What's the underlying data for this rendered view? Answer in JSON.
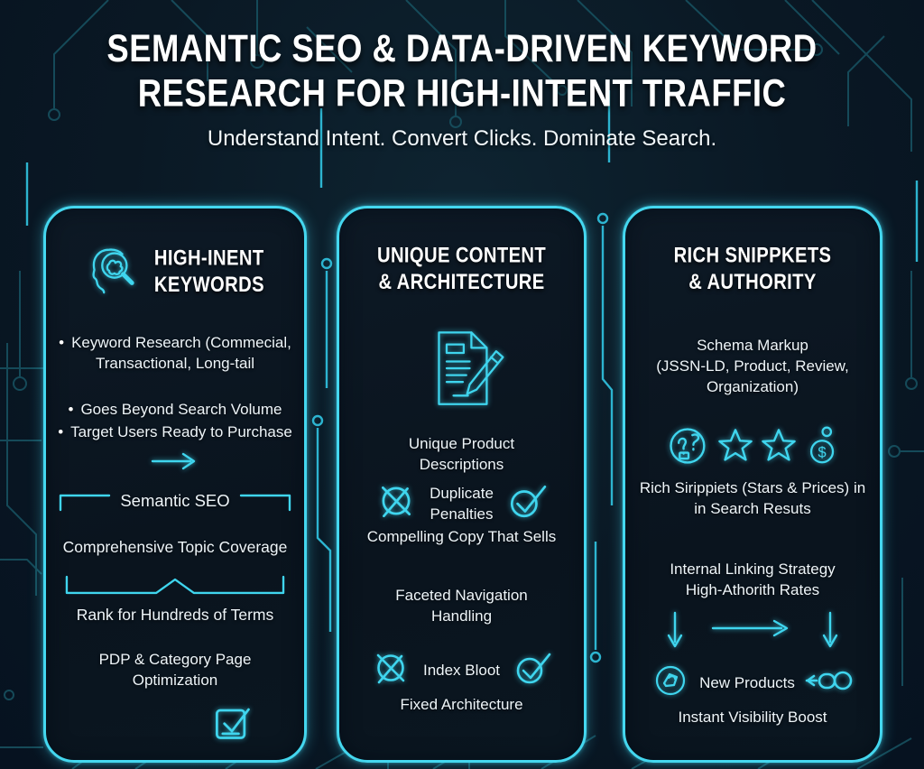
{
  "page": {
    "title_line1": "SEMANTIC SEO & DATA-DRIVEN KEYWORD",
    "title_line2": "RESEARCH FOR HIGH-INTENT TRAFFIC",
    "subtitle": "Understand Intent. Convert Clicks. Dominate Search."
  },
  "colors": {
    "background": "#081521",
    "card_background": "#0b141e",
    "card_border": "#44d7ef",
    "accent_cyan": "#3fd5ee",
    "trace_dim": "#17505f",
    "trace_bright": "#2fbdd9",
    "text": "#eef5f9",
    "heading_text": "#ffffff"
  },
  "icons": {
    "bullet": "•",
    "card1_header": "head-brain-magnifier-icon",
    "card1_flow": "right-arrow-icon",
    "card1_footer": "checkbox-checked-icon",
    "card2_main": "document-pencil-icon",
    "negative": "x-circle-icon",
    "positive": "check-circle-icon",
    "card3_row": "money-circle-icon, star-icon, star-icon, dollar-coin-person-icon",
    "card3_arrows": "down-arrow-icon, right-arrow-icon, down-arrow-icon",
    "card3_product": "product-circle-icon",
    "card3_link": "link-toggle-arrow-icon"
  },
  "cards": {
    "high_intent": {
      "title_line1": "HIGH-INENT",
      "title_line2": "KEYWORDS",
      "bullet1_line1": "Keyword Research (Commecial,",
      "bullet1_line2": "Transactional, Long-tail",
      "bullet2": "Goes Beyond Search Volume",
      "bullet3": "Target Users Ready to Purchase",
      "semantic_label": "Semantic SEO",
      "coverage_label": "Comprehensive Topic Coverage",
      "rank_label": "Rank for Hundreds of Terms",
      "pdp_line1": "PDP & Category Page",
      "pdp_line2": "Optimization"
    },
    "unique_content": {
      "title_line1": "UNIQUE CONTENT",
      "title_line2": "& ARCHITECTURE",
      "unique_line1": "Unique Product",
      "unique_line2": "Descriptions",
      "duplicate_line1": "Duplicate",
      "duplicate_line2": "Penalties",
      "compelling": "Compelling Copy That Sells",
      "faceted_line1": "Faceted Navigation",
      "faceted_line2": "Handling",
      "index_bloat": "Index Bloot",
      "fixed": "Fixed Architecture"
    },
    "rich_snippets": {
      "title_line1": "RICH SNIPPKETS",
      "title_line2": "& AUTHORITY",
      "schema_line1": "Schema Markup",
      "schema_line2": "(JSSN-LD, Product, Review,",
      "schema_line3": "Organization)",
      "rich_line1": "Rich Sirippiets (Stars & Prices) in",
      "rich_line2": "in Search Resuts",
      "internal_line1": "Internal Linking Strategy",
      "internal_line2": "High-Athorith Rates",
      "new_products": "New Products",
      "instant": "Instant Visibility Boost"
    }
  }
}
